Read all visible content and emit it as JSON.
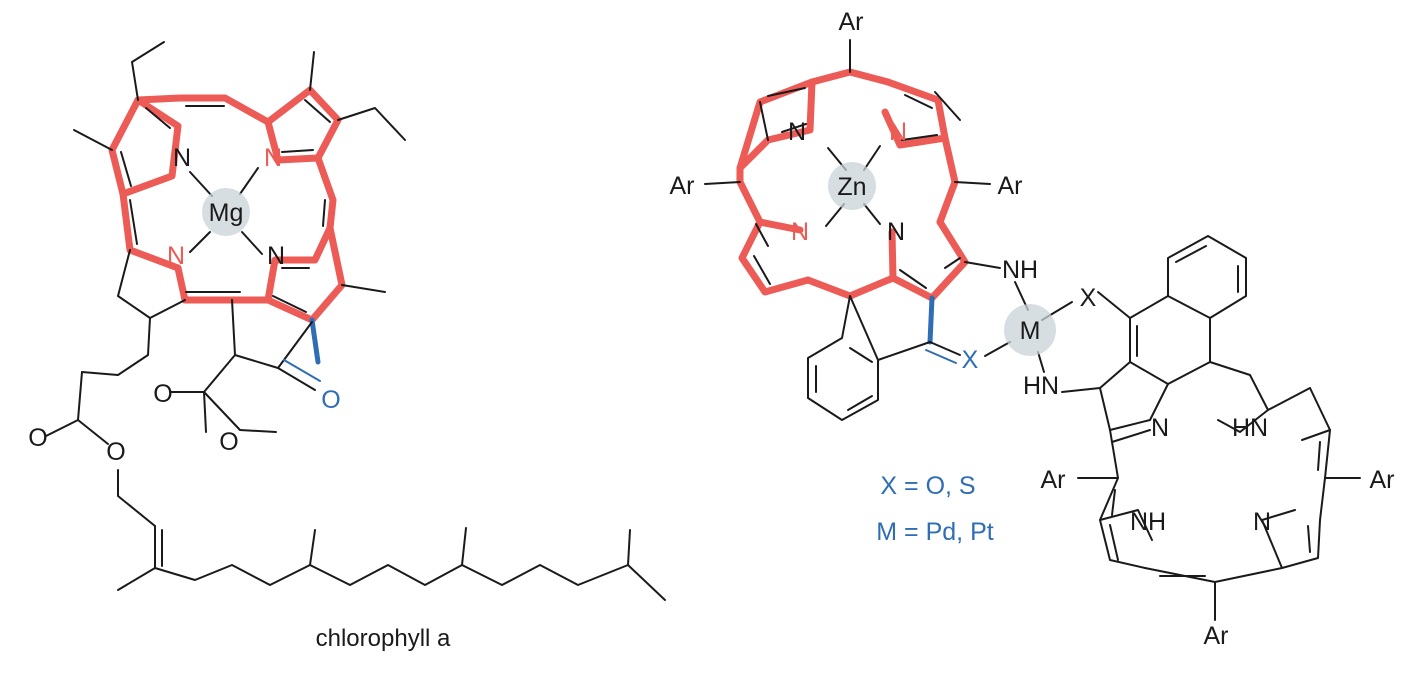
{
  "colors": {
    "bond": "#1a1a1a",
    "conjugation_highlight": "#ec5b55",
    "modified_bond": "#2f6db5",
    "metal_sphere": "#c9d3d7"
  },
  "chlorophyll": {
    "metal": "Mg",
    "n1": "N",
    "n2": "N",
    "n3": "N",
    "n4": "N",
    "keto_o": "O",
    "ester_o1": "O",
    "ester_o2": "O",
    "acid_o1": "O",
    "acid_o2": "O",
    "caption": "chlorophyll a"
  },
  "dimer": {
    "metal_top": "Zn",
    "metal_bridge": "M",
    "n_a": "N",
    "n_b": "N",
    "n_c": "N",
    "n_d": "N",
    "nh_top": "NH",
    "hn_low": "HN",
    "x_top": "X",
    "x_bridge": "X",
    "n_e": "N",
    "hn_right": "HN",
    "nh_bottom": "NH",
    "n_f": "N",
    "ar_top": "Ar",
    "ar_left": "Ar",
    "ar_right": "Ar",
    "ar_mid_left": "Ar",
    "ar_mid_right": "Ar",
    "ar_bottom": "Ar"
  },
  "notes": {
    "x_def": "X = O, S",
    "m_def": "M = Pd, Pt"
  }
}
